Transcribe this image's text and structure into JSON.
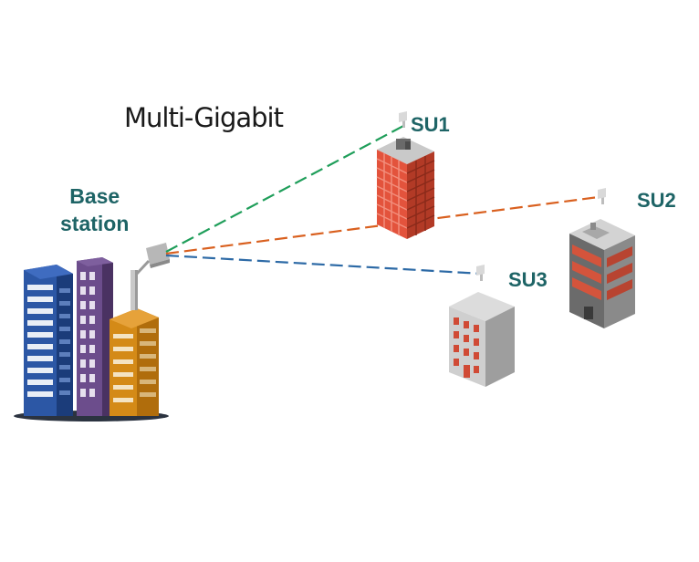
{
  "title": "Multi-Gigabit",
  "base_station": {
    "line1": "Base",
    "line2": "station"
  },
  "subscribers": [
    {
      "label": "SU1",
      "link_color": "#1f9e5a"
    },
    {
      "label": "SU2",
      "link_color": "#d9601f"
    },
    {
      "label": "SU3",
      "link_color": "#2d6aa6"
    }
  ],
  "colors": {
    "label_text": "#1e6466",
    "title_text": "#1a1a1a"
  }
}
